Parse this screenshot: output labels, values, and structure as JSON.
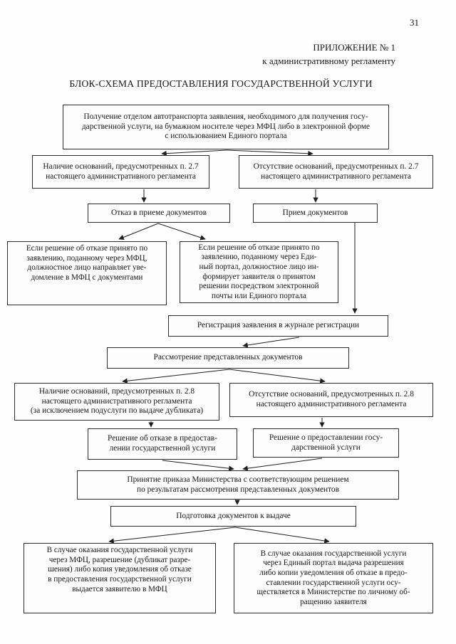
{
  "page": {
    "number": "31",
    "appendix": [
      "ПРИЛОЖЕНИЕ № 1",
      "к административному регламенту"
    ],
    "title": "БЛОК-СХЕМА ПРЕДОСТАВЛЕНИЯ ГОСУДАРСТВЕННОЙ УСЛУГИ"
  },
  "colors": {
    "background": "#fefefe",
    "line": "#1f1f1f",
    "text": "#161616"
  },
  "flowchart": {
    "boxes": {
      "application_received": "Получение отделом автотранспорта заявления, необходимого для получения  госу-\nдарственной услуги, на бумажном носителе через МФЦ либо в электронной форме\nс использованием Единого портала",
      "grounds_present_2_7": "Наличие оснований, предусмотренных п. 2.7\nнастоящего административного регламента",
      "grounds_absent_2_7": "Отсутствие оснований, предусмотренных п. 2.7\nнастоящего административного регламента",
      "refusal_to_accept": "Отказ в приеме документов",
      "acceptance": "Прием документов",
      "refusal_via_mfc": "Если решение об отказе принято по\nзаявлению, поданному через МФЦ,\nдолжностное лицо направляет уве-\nдомление в МФЦ с документами",
      "refusal_via_portal": "Если решение об отказе принято по\nзаявлению, поданному через Еди-\nный портал, должностное лицо ин-\nформирует заявителя о принятом\nрешении посредством электронной\nпочты или Единого портала",
      "registration": "Регистрация заявления в журнале регистрации",
      "review": "Рассмотрение представленных документов",
      "grounds_present_2_8": "Наличие оснований, предусмотренных п. 2.8\nнастоящего административного регламента\n(за исключением подуслуги по выдаче дубликата)",
      "grounds_absent_2_8": "Отсутствие оснований, предусмотренных п. 2.8\nнастоящего административного регламента",
      "decision_refuse": "Решение об отказе в предостав-\nлении государственной услуги",
      "decision_grant": "Решение о предоставлении госу-\nдарственной услуги",
      "ministry_order": "Принятие приказа Министерства с соответствующим решением\nпо результатам рассмотрения представленных документов",
      "prepare_documents": "Подготовка документов к выдаче",
      "issue_via_mfc": "В случае оказания государственной услуги\nчерез МФЦ, разрешение (дубликат разре-\nшения) либо копия уведомления об отказе\nв предоставления государственной услуги\nвыдается заявителю в МФЦ",
      "issue_via_portal": "В случае оказания государственной услуги\nчерез Единый портал выдача разрешения\nлибо копии уведомления об отказе в предо-\nставлении государственной услуги осу-\nществляется в Министерстве по личному об-\nращению заявителя"
    }
  }
}
